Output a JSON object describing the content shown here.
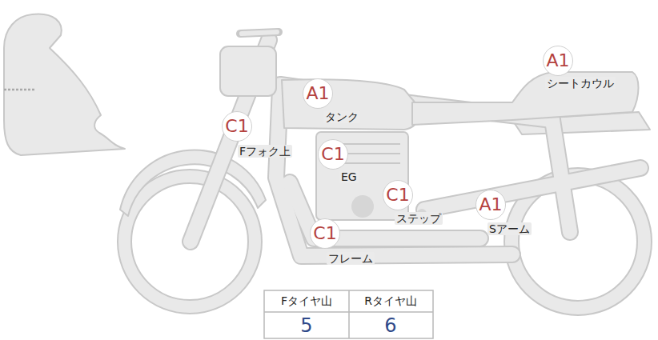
{
  "diagram": {
    "nodes": [
      {
        "text": [
          "A1",
          "シートカウル"
        ]
      },
      {
        "text": [
          "A1",
          "タンク"
        ]
      },
      {
        "text": [
          "C1",
          "Fフォク上"
        ]
      },
      {
        "text": [
          "C1",
          "EG"
        ]
      },
      {
        "text": [
          "C1",
          "ステップ"
        ]
      },
      {
        "text": [
          "A1",
          "Sアーム"
        ]
      },
      {
        "text": [
          "C1",
          "フレーム"
        ]
      }
    ],
    "labels": [
      "Fタイヤ山",
      "Rタイヤ山",
      "5",
      "6"
    ]
  }
}
